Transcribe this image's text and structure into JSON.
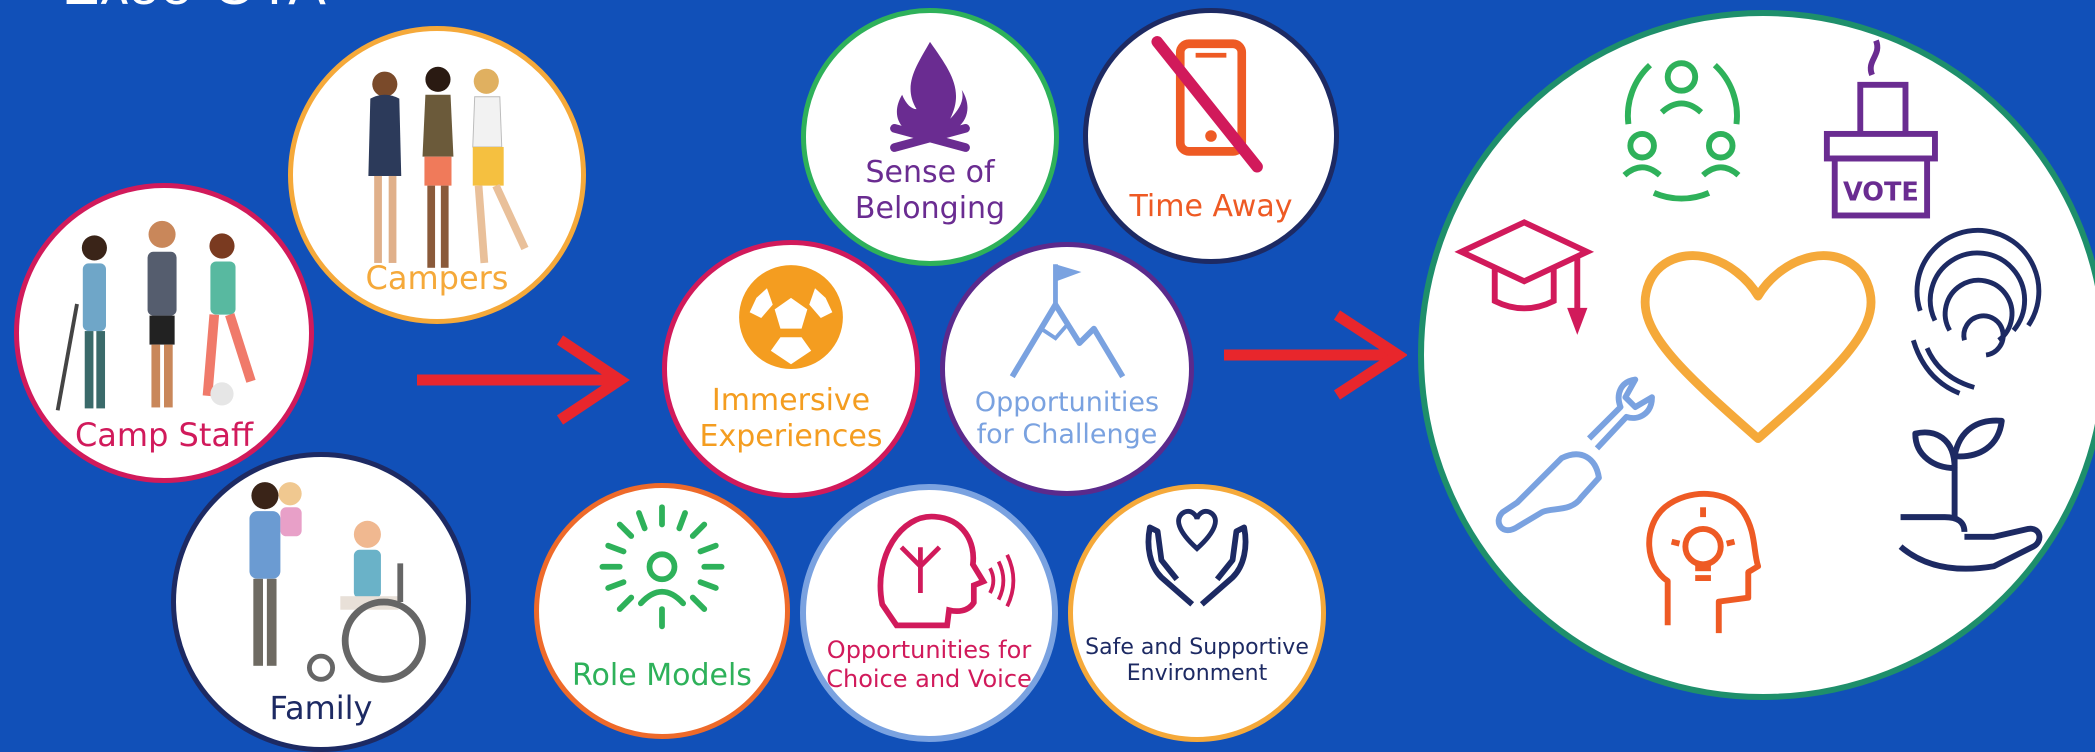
{
  "title_fragment": "Ελοσ ΟΤΑ",
  "inputs": {
    "campers": "Campers",
    "camp_staff": "Camp Staff",
    "family": "Family"
  },
  "elements": {
    "sense_of_belonging": [
      "Sense of",
      "Belonging"
    ],
    "time_away": "Time Away",
    "immersive_experiences": [
      "Immersive",
      "Experiences"
    ],
    "opportunities_for_challenge": [
      "Opportunities",
      "for Challenge"
    ],
    "role_models": "Role Models",
    "choice_and_voice": [
      "Opportunities for",
      "Choice and Voice"
    ],
    "safe_environment": [
      "Safe and Supportive",
      "Environment"
    ]
  },
  "outcomes": {
    "vote_text": "VOTE"
  },
  "colors": {
    "background": "#1150b8",
    "arrow": "#e8262c",
    "campers_ring": "#f5a93a",
    "camp_staff_ring": "#d11a5b",
    "family_ring": "#1d2a63",
    "belonging_ring": "#2eb15a",
    "time_away_ring": "#1d2a63",
    "immersive_ring": "#d11a5b",
    "challenge_ring": "#5b2a8c",
    "role_models_ring": "#ee6a2a",
    "choice_ring": "#7aa2e0",
    "safe_ring": "#f5a93a",
    "outcomes_ring": "#1e8f6b"
  },
  "icons": [
    "campfire-icon",
    "no-phone-icon",
    "soccer-ball-icon",
    "mountain-flag-icon",
    "role-model-icon",
    "head-choice-icon",
    "hands-heart-icon",
    "network-people-icon",
    "graduation-cap-icon",
    "vote-box-icon",
    "heart-icon",
    "fingerprint-icon",
    "wrench-hand-icon",
    "plant-hand-icon",
    "lightbulb-head-icon"
  ]
}
